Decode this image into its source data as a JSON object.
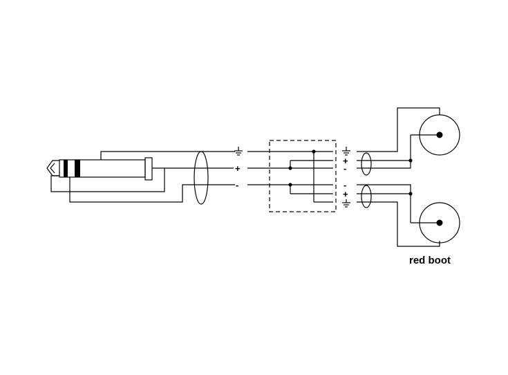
{
  "diagram": {
    "caption": "red boot",
    "left_pins": {
      "ground_icon": "ground-symbol",
      "plus": "+",
      "minus": "-"
    },
    "right_pins_top": {
      "ground_icon": "ground-symbol",
      "plus": "+",
      "minus": "-"
    },
    "right_pins_bottom": {
      "minus": "-",
      "plus": "+",
      "ground_icon": "ground-symbol"
    }
  }
}
